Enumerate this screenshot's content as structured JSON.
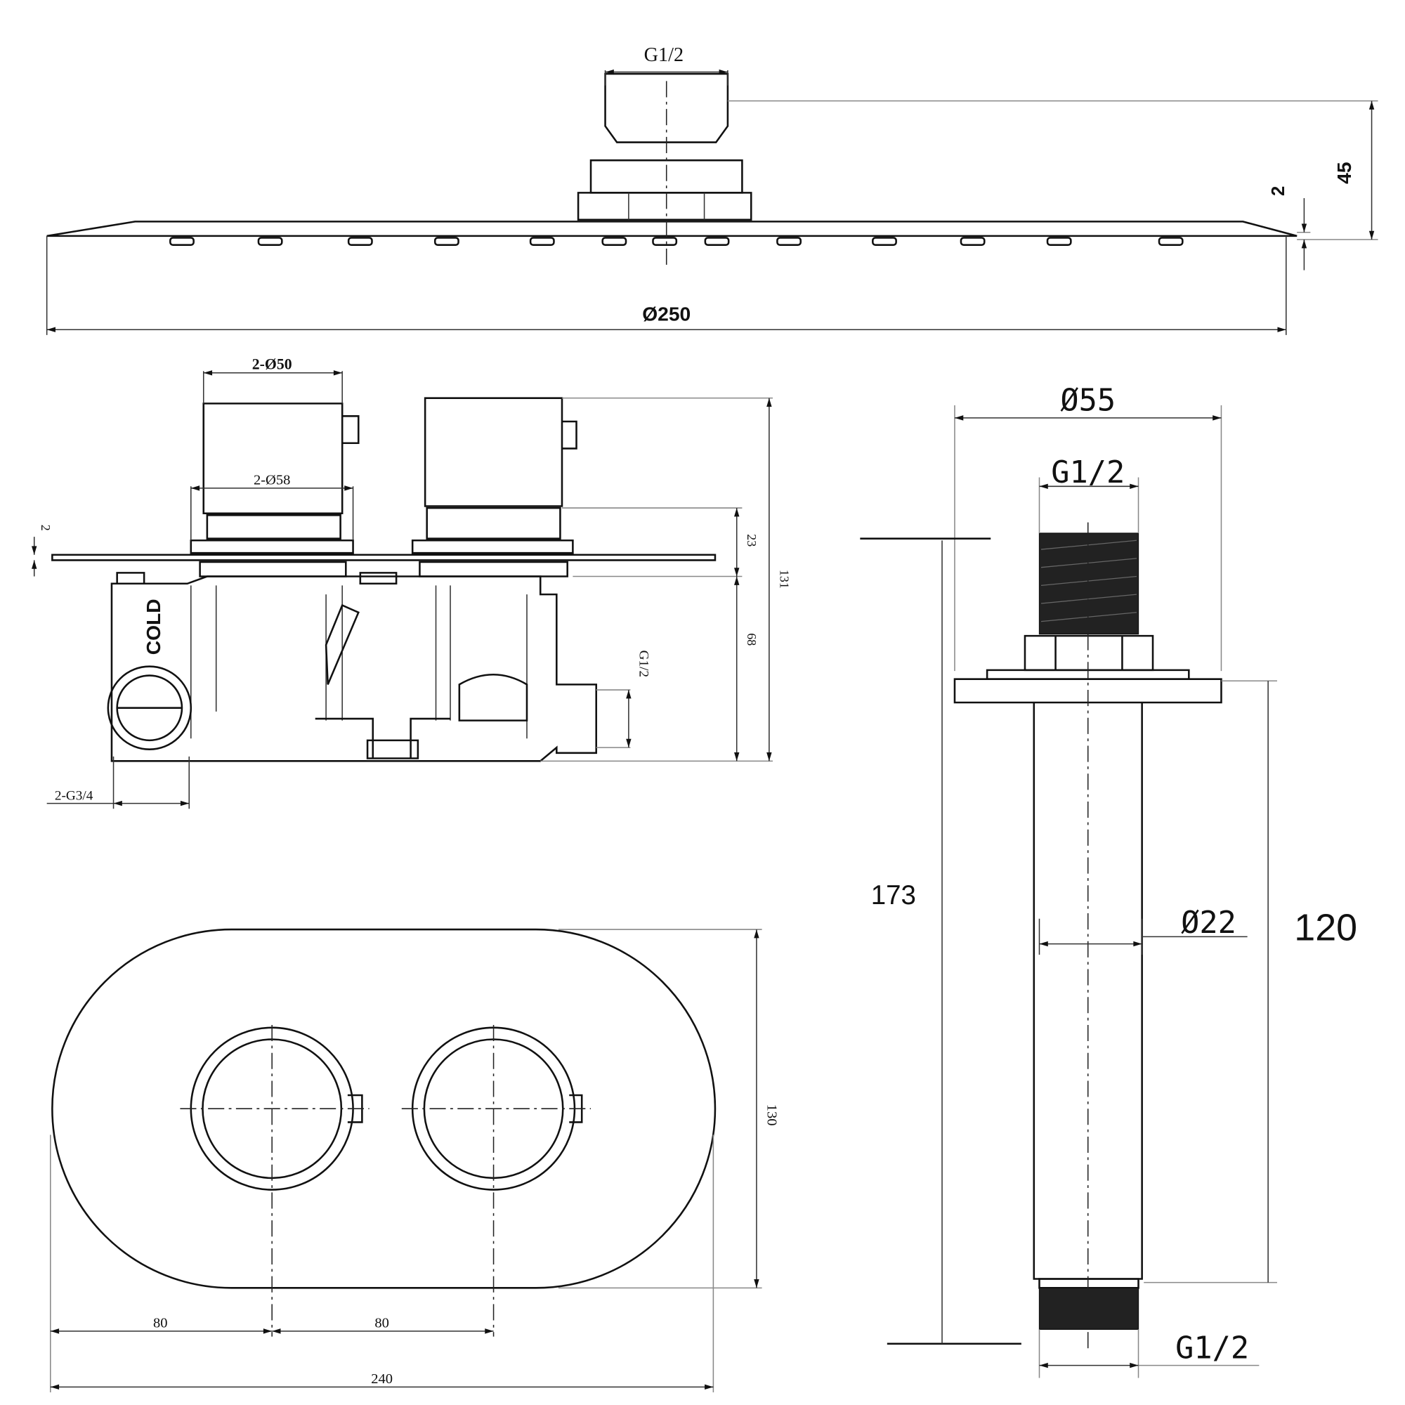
{
  "shower_head": {
    "inlet": "G1/2",
    "diameter": "Ø250",
    "height": "45",
    "plate_thickness": "2"
  },
  "valve_side": {
    "knob_dia": "2-Ø50",
    "flange_dia": "2-Ø58",
    "plate_thickness": "2",
    "knob_height": "23",
    "body_depth": "68",
    "total_depth": "131",
    "outlet": "G1/2",
    "inlets": "2-G3/4",
    "cold_label": "COLD"
  },
  "valve_front": {
    "spacing_left": "80",
    "spacing_right": "80",
    "width": "240",
    "height": "130"
  },
  "ceiling_arm": {
    "flange_dia": "Ø55",
    "top_thread": "G1/2",
    "total_length": "173",
    "tube_dia": "Ø22",
    "tube_length": "120",
    "bottom_thread": "G1/2"
  },
  "colors": {
    "line": "#111111",
    "background": "#ffffff"
  }
}
